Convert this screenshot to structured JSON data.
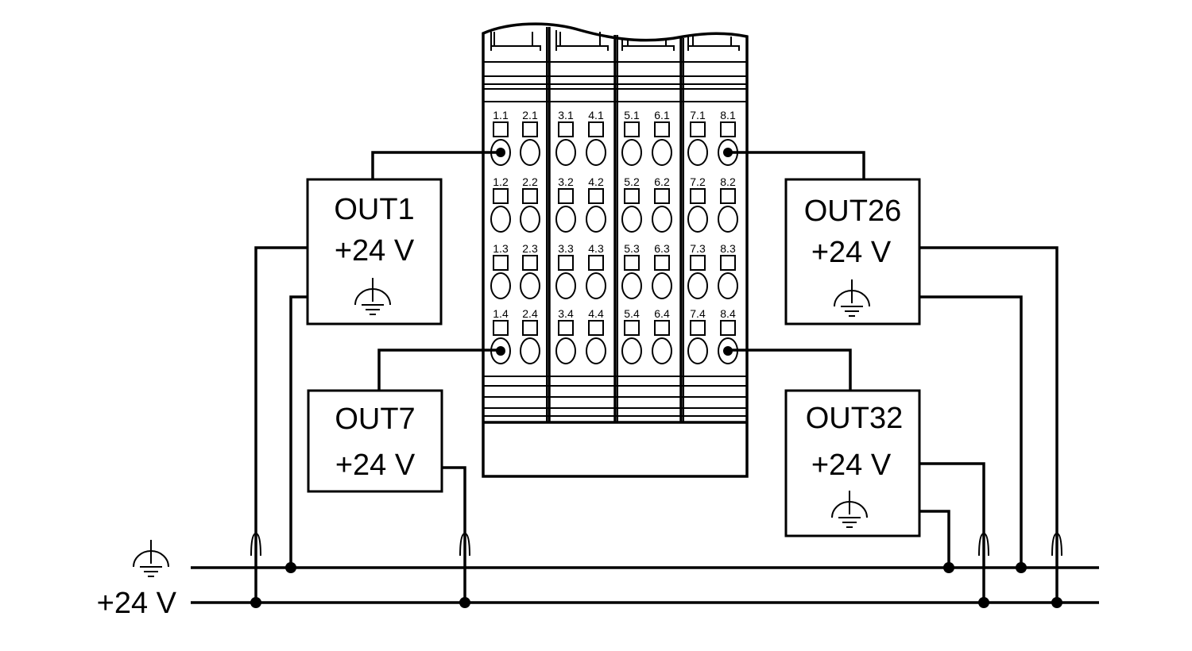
{
  "modules": [
    {
      "label": "OUT1",
      "supply": "+24 V",
      "has_ground": true
    },
    {
      "label": "OUT7",
      "supply": "+24 V",
      "has_ground": false
    },
    {
      "label": "OUT26",
      "supply": "+24 V",
      "has_ground": true
    },
    {
      "label": "OUT32",
      "supply": "+24 V",
      "has_ground": true
    }
  ],
  "terminal_block": {
    "rows": [
      [
        "1.1",
        "2.1",
        "3.1",
        "4.1",
        "5.1",
        "6.1",
        "7.1",
        "8.1"
      ],
      [
        "1.2",
        "2.2",
        "3.2",
        "4.2",
        "5.2",
        "6.2",
        "7.2",
        "8.2"
      ],
      [
        "1.3",
        "2.3",
        "3.3",
        "4.3",
        "5.3",
        "6.3",
        "7.3",
        "8.3"
      ],
      [
        "1.4",
        "2.4",
        "3.4",
        "4.4",
        "5.4",
        "6.4",
        "7.4",
        "8.4"
      ]
    ]
  },
  "rails": {
    "ground": {
      "label": "",
      "symbol": "ground-icon"
    },
    "supply": {
      "label": "+24 V"
    }
  }
}
